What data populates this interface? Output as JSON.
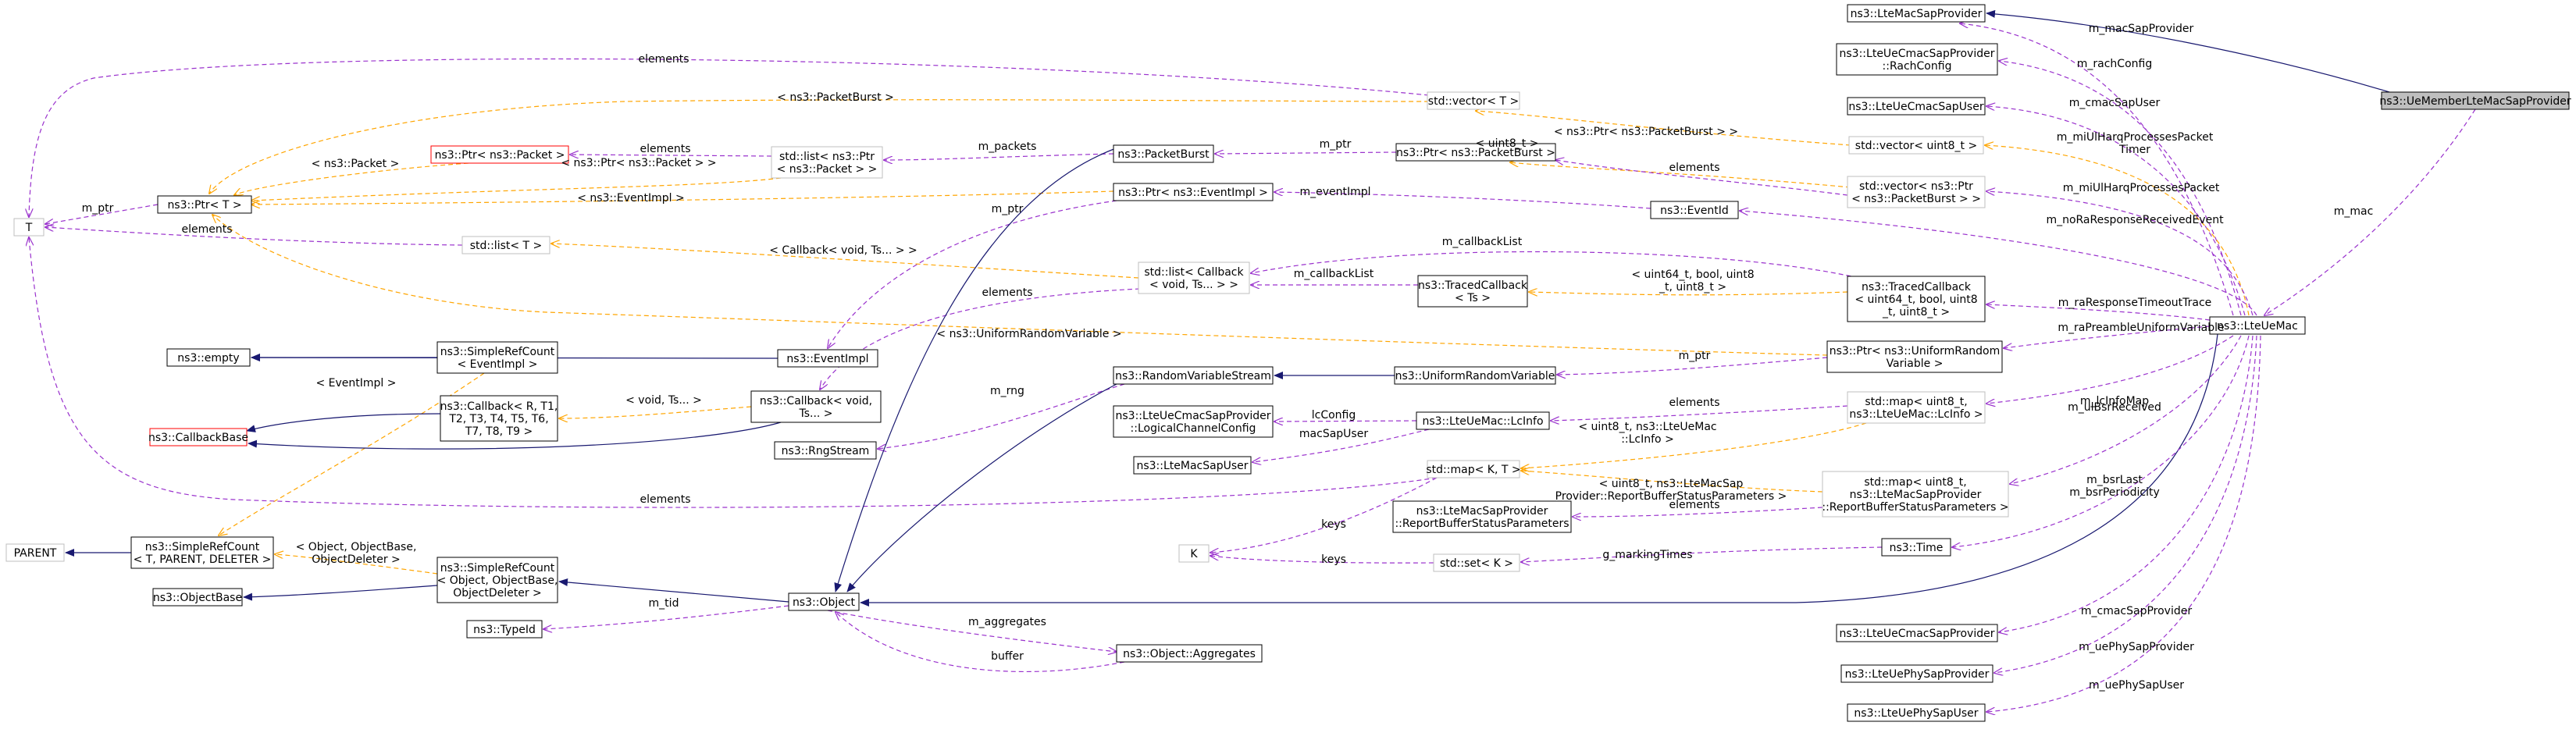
{
  "colors": {
    "inherit": "#191970",
    "usage": "#9a32cd",
    "template": "#ffa500",
    "node_border": "#000000",
    "highlight_fill": "#bfbfbf",
    "red_border": "#ff0000",
    "gray_border": "#bfbfbf"
  },
  "nodes": [
    {
      "id": "T",
      "lines": [
        "T"
      ]
    },
    {
      "id": "PtrT",
      "lines": [
        "ns3::Ptr< T >"
      ]
    },
    {
      "id": "PtrPacket",
      "lines": [
        "ns3::Ptr< ns3::Packet >"
      ]
    },
    {
      "id": "ListPtrPacket",
      "lines": [
        "std::list< ns3::Ptr",
        "< ns3::Packet > >"
      ]
    },
    {
      "id": "ListT",
      "lines": [
        "std::list< T >"
      ]
    },
    {
      "id": "VectorT",
      "lines": [
        "std::vector< T >"
      ]
    },
    {
      "id": "PacketBurst",
      "lines": [
        "ns3::PacketBurst"
      ]
    },
    {
      "id": "PtrPacketBurst",
      "lines": [
        "ns3::Ptr< ns3::PacketBurst >"
      ]
    },
    {
      "id": "PtrEventImpl",
      "lines": [
        "ns3::Ptr< ns3::EventImpl >"
      ]
    },
    {
      "id": "EventId",
      "lines": [
        "ns3::EventId"
      ]
    },
    {
      "id": "Empty",
      "lines": [
        "ns3::empty"
      ]
    },
    {
      "id": "SRCEventImpl",
      "lines": [
        "ns3::SimpleRefCount",
        "< EventImpl >"
      ]
    },
    {
      "id": "EventImpl",
      "lines": [
        "ns3::EventImpl"
      ]
    },
    {
      "id": "CallbackBase",
      "lines": [
        "ns3::CallbackBase"
      ]
    },
    {
      "id": "CallbackR",
      "lines": [
        "ns3::Callback< R, T1,",
        "T2, T3, T4, T5, T6,",
        "T7, T8, T9 >"
      ]
    },
    {
      "id": "CallbackVoid",
      "lines": [
        "ns3::Callback< void,",
        "Ts... >"
      ]
    },
    {
      "id": "ListCallback",
      "lines": [
        "std::list< Callback",
        "< void, Ts... > >"
      ]
    },
    {
      "id": "TracedCallbackTs",
      "lines": [
        "ns3::TracedCallback",
        "< Ts >"
      ]
    },
    {
      "id": "TracedCallback",
      "lines": [
        "ns3::TracedCallback",
        "< uint64_t, bool, uint8",
        "_t, uint8_t >"
      ]
    },
    {
      "id": "RngStream",
      "lines": [
        "ns3::RngStream"
      ]
    },
    {
      "id": "RandomVariableStream",
      "lines": [
        "ns3::RandomVariableStream"
      ]
    },
    {
      "id": "UniformRandomVariable",
      "lines": [
        "ns3::UniformRandomVariable"
      ]
    },
    {
      "id": "PtrUniformRandom",
      "lines": [
        "ns3::Ptr< ns3::UniformRandom",
        "Variable >"
      ]
    },
    {
      "id": "LogicalChannelConfig",
      "lines": [
        "ns3::LteUeCmacSapProvider",
        "::LogicalChannelConfig"
      ]
    },
    {
      "id": "LcInfo",
      "lines": [
        "ns3::LteUeMac::LcInfo"
      ]
    },
    {
      "id": "LteMacSapUser",
      "lines": [
        "ns3::LteMacSapUser"
      ]
    },
    {
      "id": "MapK",
      "lines": [
        "std::map< K, T >"
      ]
    },
    {
      "id": "K",
      "lines": [
        "K"
      ]
    },
    {
      "id": "SetK",
      "lines": [
        "std::set< K >"
      ]
    },
    {
      "id": "RBSP",
      "lines": [
        "ns3::LteMacSapProvider",
        "::ReportBufferStatusParameters"
      ]
    },
    {
      "id": "Parent",
      "lines": [
        "PARENT"
      ]
    },
    {
      "id": "SRCTParent",
      "lines": [
        "ns3::SimpleRefCount",
        "< T, PARENT, DELETER >"
      ]
    },
    {
      "id": "SRCObject",
      "lines": [
        "ns3::SimpleRefCount",
        "< Object, ObjectBase,",
        "ObjectDeleter >"
      ]
    },
    {
      "id": "ObjectBase",
      "lines": [
        "ns3::ObjectBase"
      ]
    },
    {
      "id": "TypeId",
      "lines": [
        "ns3::TypeId"
      ]
    },
    {
      "id": "Object",
      "lines": [
        "ns3::Object"
      ]
    },
    {
      "id": "Aggregates",
      "lines": [
        "ns3::Object::Aggregates"
      ]
    },
    {
      "id": "LteMacSapProvider",
      "lines": [
        "ns3::LteMacSapProvider"
      ]
    },
    {
      "id": "RachConfig",
      "lines": [
        "ns3::LteUeCmacSapProvider",
        "::RachConfig"
      ]
    },
    {
      "id": "LteUeCmacSapUser",
      "lines": [
        "ns3::LteUeCmacSapUser"
      ]
    },
    {
      "id": "VectorUint8",
      "lines": [
        "std::vector< uint8_t >"
      ]
    },
    {
      "id": "VectorPtrPacketBurst",
      "lines": [
        "std::vector< ns3::Ptr",
        "< ns3::PacketBurst > >"
      ]
    },
    {
      "id": "MapLcInfo",
      "lines": [
        "std::map< uint8_t,",
        "ns3::LteUeMac::LcInfo >"
      ]
    },
    {
      "id": "MapRBSP",
      "lines": [
        "std::map< uint8_t,",
        "ns3::LteMacSapProvider",
        "::ReportBufferStatusParameters >"
      ]
    },
    {
      "id": "Time",
      "lines": [
        "ns3::Time"
      ]
    },
    {
      "id": "LteUeCmacSapProvider",
      "lines": [
        "ns3::LteUeCmacSapProvider"
      ]
    },
    {
      "id": "LteUePhySapProvider",
      "lines": [
        "ns3::LteUePhySapProvider"
      ]
    },
    {
      "id": "LteUePhySapUser",
      "lines": [
        "ns3::LteUePhySapUser"
      ]
    },
    {
      "id": "LteUeMac",
      "lines": [
        "ns3::LteUeMac"
      ]
    },
    {
      "id": "UeMember",
      "lines": [
        "ns3::UeMemberLteMacSapProvider"
      ]
    }
  ],
  "edge_labels": [
    {
      "id": "l_elements_top",
      "lines": [
        "elements"
      ]
    },
    {
      "id": "l_pb_tpl",
      "lines": [
        "< ns3::PacketBurst >"
      ]
    },
    {
      "id": "l_mptr_t",
      "lines": [
        "m_ptr"
      ]
    },
    {
      "id": "l_packet_tpl",
      "lines": [
        "< ns3::Packet >"
      ]
    },
    {
      "id": "l_elements_pkt",
      "lines": [
        "elements"
      ]
    },
    {
      "id": "l_listpkt_tpl",
      "lines": [
        "< ns3::Ptr< ns3::Packet > >"
      ]
    },
    {
      "id": "l_mpackets",
      "lines": [
        "m_packets"
      ]
    },
    {
      "id": "l_mptr_pb",
      "lines": [
        "m_ptr"
      ]
    },
    {
      "id": "l_uint8_tpl",
      "lines": [
        "< uint8_t >"
      ]
    },
    {
      "id": "l_vecpb_tpl",
      "lines": [
        "< ns3::Ptr< ns3::PacketBurst > >"
      ]
    },
    {
      "id": "l_elements_vecpb",
      "lines": [
        "elements"
      ]
    },
    {
      "id": "l_eventimpl_tpl",
      "lines": [
        "< ns3::EventImpl >"
      ]
    },
    {
      "id": "l_meventimpl",
      "lines": [
        "m_eventImpl"
      ]
    },
    {
      "id": "l_elements_listt",
      "lines": [
        "elements"
      ]
    },
    {
      "id": "l_mptr_ev",
      "lines": [
        "m_ptr"
      ]
    },
    {
      "id": "l_cb_tpl",
      "lines": [
        "< Callback< void, Ts... > >"
      ]
    },
    {
      "id": "l_mcallbacklist1",
      "lines": [
        "m_callbackList"
      ]
    },
    {
      "id": "l_mcallbacklist2",
      "lines": [
        "m_callbackList"
      ]
    },
    {
      "id": "l_traced_tpl",
      "lines": [
        "< uint64_t, bool, uint8",
        "_t, uint8_t >"
      ]
    },
    {
      "id": "l_elements_cb",
      "lines": [
        "elements"
      ]
    },
    {
      "id": "l_urv_tpl",
      "lines": [
        "< ns3::UniformRandomVariable >"
      ]
    },
    {
      "id": "l_eventimpl_src",
      "lines": [
        "< EventImpl >"
      ]
    },
    {
      "id": "l_void_tpl",
      "lines": [
        "< void, Ts... >"
      ]
    },
    {
      "id": "l_mrng",
      "lines": [
        "m_rng"
      ]
    },
    {
      "id": "l_mptr_urv",
      "lines": [
        "m_ptr"
      ]
    },
    {
      "id": "l_lcconfig",
      "lines": [
        "lcConfig"
      ]
    },
    {
      "id": "l_macsapuser",
      "lines": [
        "macSapUser"
      ]
    },
    {
      "id": "l_elements_lcinfo",
      "lines": [
        "elements"
      ]
    },
    {
      "id": "l_maplc_tpl",
      "lines": [
        "< uint8_t, ns3::LteUeMac",
        "::LcInfo >"
      ]
    },
    {
      "id": "l_maprbsp_tpl",
      "lines": [
        "< uint8_t, ns3::LteMacSap",
        "Provider::ReportBufferStatusParameters >"
      ]
    },
    {
      "id": "l_elements_rbsp",
      "lines": [
        "elements"
      ]
    },
    {
      "id": "l_elements_long",
      "lines": [
        "elements"
      ]
    },
    {
      "id": "l_keys1",
      "lines": [
        "keys"
      ]
    },
    {
      "id": "l_keys2",
      "lines": [
        "keys"
      ]
    },
    {
      "id": "l_gmarking",
      "lines": [
        "g_markingTimes"
      ]
    },
    {
      "id": "l_object_tpl",
      "lines": [
        "< Object, ObjectBase,",
        "ObjectDeleter >"
      ]
    },
    {
      "id": "l_mtid",
      "lines": [
        "m_tid"
      ]
    },
    {
      "id": "l_maggregates",
      "lines": [
        "m_aggregates"
      ]
    },
    {
      "id": "l_buffer",
      "lines": [
        "buffer"
      ]
    },
    {
      "id": "l_mmacsapprovider",
      "lines": [
        "m_macSapProvider"
      ]
    },
    {
      "id": "l_mrachconfig",
      "lines": [
        "m_rachConfig"
      ]
    },
    {
      "id": "l_mcmacsapuser",
      "lines": [
        "m_cmacSapUser"
      ]
    },
    {
      "id": "l_mmiulharqtimer",
      "lines": [
        "m_miUlHarqProcessesPacket",
        "Timer"
      ]
    },
    {
      "id": "l_mmiulharq",
      "lines": [
        "m_miUlHarqProcessesPacket"
      ]
    },
    {
      "id": "l_mnoraresponse",
      "lines": [
        "m_noRaResponseReceivedEvent"
      ]
    },
    {
      "id": "l_mratimeout",
      "lines": [
        "m_raResponseTimeoutTrace"
      ]
    },
    {
      "id": "l_mrapreamble",
      "lines": [
        "m_raPreambleUniformVariable"
      ]
    },
    {
      "id": "l_mlcinfomap",
      "lines": [
        "m_lcInfoMap"
      ]
    },
    {
      "id": "l_mulbsr",
      "lines": [
        "m_ulBsrReceived"
      ]
    },
    {
      "id": "l_mbsrlast",
      "lines": [
        "m_bsrLast",
        "m_bsrPeriodicity"
      ]
    },
    {
      "id": "l_mcmacsapprovider",
      "lines": [
        "m_cmacSapProvider"
      ]
    },
    {
      "id": "l_muephysapprovider",
      "lines": [
        "m_uePhySapProvider"
      ]
    },
    {
      "id": "l_muephysapuser",
      "lines": [
        "m_uePhySapUser"
      ]
    },
    {
      "id": "l_mmac",
      "lines": [
        "m_mac"
      ]
    }
  ]
}
